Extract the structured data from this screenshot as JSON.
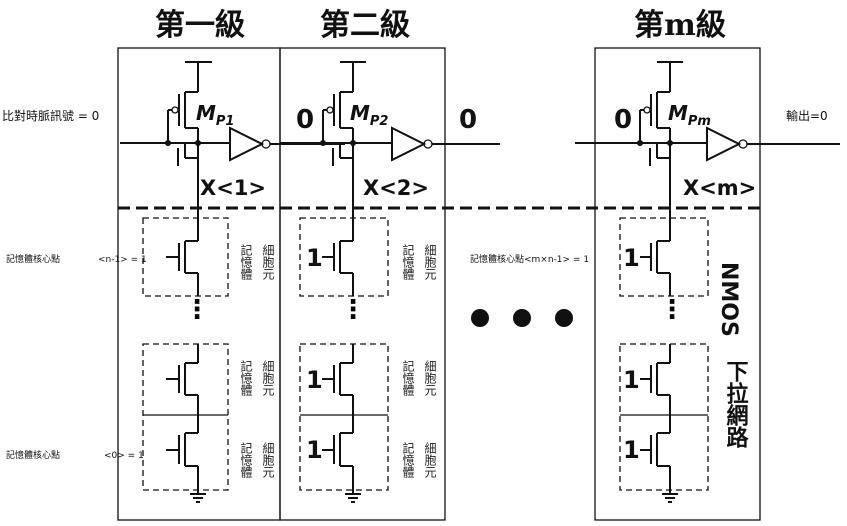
{
  "stages": [
    {
      "title": "第一級",
      "pmos": "M",
      "pmos_sub": "P1",
      "node": "X<1>"
    },
    {
      "title": "第二級",
      "pmos": "M",
      "pmos_sub": "P2",
      "node": "X<2>"
    },
    {
      "title": "第m級",
      "pmos": "M",
      "pmos_sub": "Pm",
      "node": "X<m>"
    }
  ],
  "clock_label": "比對時脈訊號 = 0",
  "output_label": "輸出=0",
  "zeros": [
    "0",
    "0",
    "0"
  ],
  "ones": [
    "1",
    "1",
    "1",
    "1",
    "1",
    "1"
  ],
  "cell_labels": {
    "top": "<n-1> = 1",
    "bottom": "<0> = 1",
    "node_prefix": "記憶體核心點",
    "stage_m": "記憶體核心點<m×n-1> = 1"
  },
  "cell_text": {
    "col1": "記憶體",
    "col2": "細胞元"
  },
  "nmos_label_latin": "NMOS",
  "nmos_label_cjk": "下拉網路"
}
